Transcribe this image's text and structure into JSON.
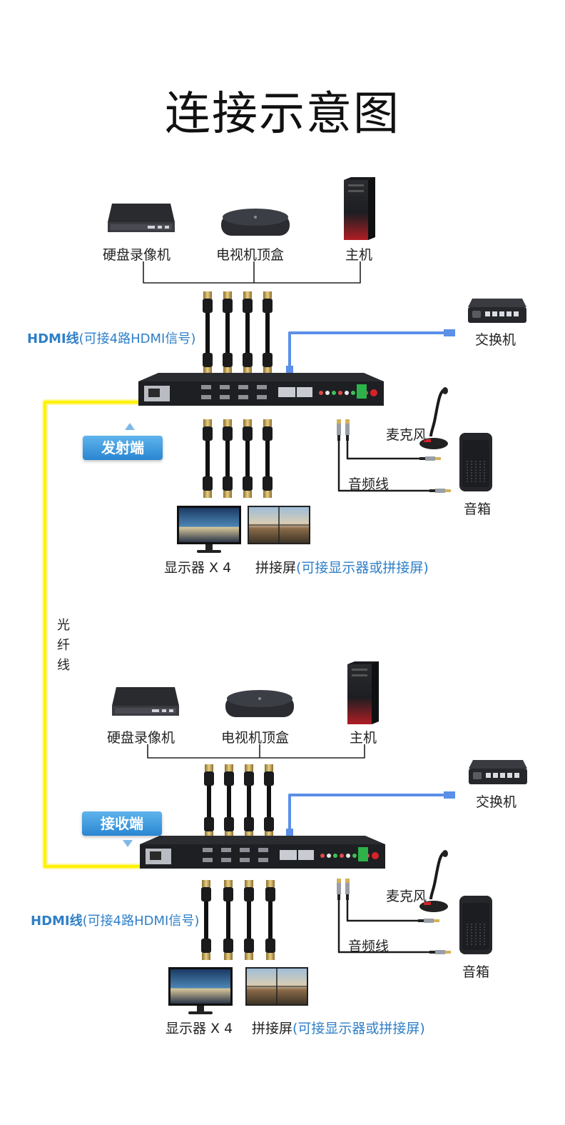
{
  "title": "连接示意图",
  "sections": [
    {
      "sources": [
        "硬盘录像机",
        "电视机顶盒",
        "主机"
      ],
      "hdmi_label_main": "HDMI线",
      "hdmi_label_sub": "(可接4路HDMI信号)",
      "switch_label": "交换机",
      "badge": "发射端",
      "mic_label": "麦克风",
      "audio_cable_label": "音频线",
      "speaker_label": "音箱",
      "display_label": "显示器 X 4",
      "splice_label": "拼接屏",
      "splice_note": "(可接显示器或拼接屏)"
    },
    {
      "sources": [
        "硬盘录像机",
        "电视机顶盒",
        "主机"
      ],
      "hdmi_label_main": "HDMI线",
      "hdmi_label_sub": "(可接4路HDMI信号)",
      "switch_label": "交换机",
      "badge": "接收端",
      "mic_label": "麦克风",
      "audio_cable_label": "音频线",
      "speaker_label": "音箱",
      "display_label": "显示器 X 4",
      "splice_label": "拼接屏",
      "splice_note": "(可接显示器或拼接屏)"
    }
  ],
  "fiber_label": [
    "光",
    "纤",
    "线"
  ],
  "colors": {
    "fiber": "#fff200",
    "network_cable": "#5b8fe8",
    "accent_blue": "#2e7fc8",
    "device_body": "#1e1f22"
  },
  "icons": [
    "dvr-icon",
    "set-top-box-icon",
    "pc-tower-icon",
    "network-switch-icon",
    "microphone-icon",
    "speaker-icon",
    "monitor-icon",
    "video-wall-icon",
    "hdmi-cable-icon",
    "audio-plug-icon",
    "rack-device-icon"
  ]
}
